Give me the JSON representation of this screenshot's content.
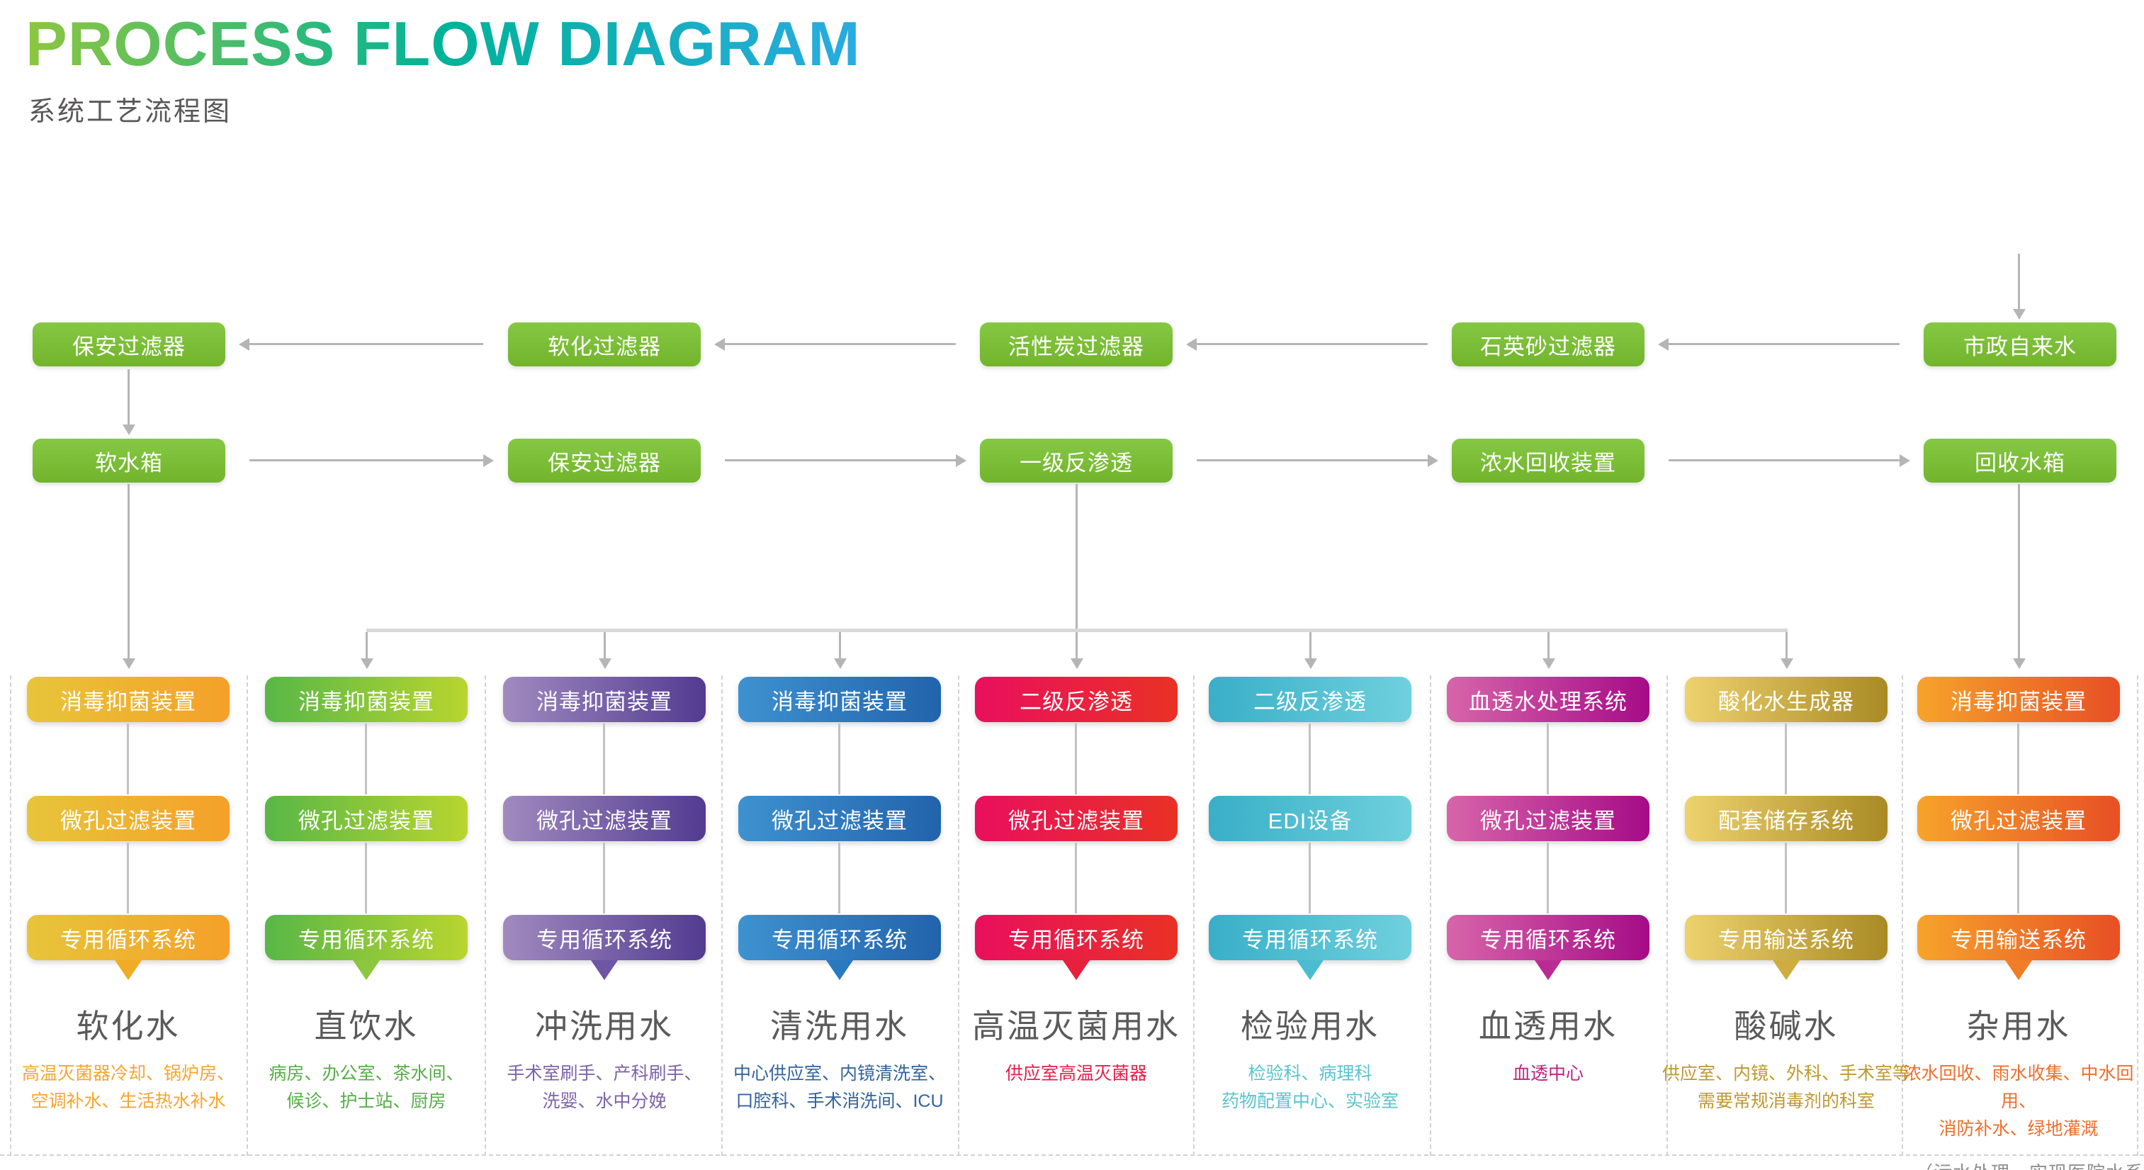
{
  "header": {
    "title": "PROCESS FLOW DIAGRAM",
    "subtitle": "系统工艺流程图",
    "title_gradient": [
      "#8DC63F",
      "#00B398",
      "#29ABE2"
    ]
  },
  "palette": {
    "arrow": "#B5B5B5",
    "connector": "#C2C2C2",
    "bar": "#D8D8D8",
    "dashed": "#D2D2D2",
    "category": "#5A5A5A",
    "note": "#8F8F8F",
    "green1": "#85C843",
    "green2": "#72B42C"
  },
  "pretreatment_row": [
    "保安过滤器",
    "软化过滤器",
    "活性炭过滤器",
    "石英砂过滤器",
    "市政自来水"
  ],
  "recovery_row": [
    "软水箱",
    "保安过滤器",
    "一级反渗透",
    "浓水回收装置",
    "回收水箱"
  ],
  "columns": [
    {
      "stage1": "消毒抑菌装置",
      "stage2": "微孔过滤装置",
      "stage3": "专用循环系统",
      "category": "软化水",
      "desc1": "高温灭菌器冷却、锅炉房、",
      "desc2": "空调补水、生活热水补水",
      "colors": {
        "g1": "#E7C53B",
        "g2": "#F5A028",
        "tab": "#F0AC25",
        "txt": "#F5A62E"
      }
    },
    {
      "stage1": "消毒抑菌装置",
      "stage2": "微孔过滤装置",
      "stage3": "专用循环系统",
      "category": "直饮水",
      "desc1": "病房、办公室、茶水间、",
      "desc2": "候诊、护士站、厨房",
      "colors": {
        "g1": "#58B747",
        "g2": "#B9D52F",
        "tab": "#8DC63F",
        "txt": "#56AE47"
      }
    },
    {
      "stage1": "消毒抑菌装置",
      "stage2": "微孔过滤装置",
      "stage3": "专用循环系统",
      "category": "冲洗用水",
      "desc1": "手术室刷手、产科刷手、",
      "desc2": "洗婴、水中分娩",
      "colors": {
        "g1": "#A18ABF",
        "g2": "#523B91",
        "tab": "#6F55A3",
        "txt": "#7D64A8"
      }
    },
    {
      "stage1": "消毒抑菌装置",
      "stage2": "微孔过滤装置",
      "stage3": "专用循环系统",
      "category": "清洗用水",
      "desc1": "中心供应室、内镜清洗室、",
      "desc2": "口腔科、手术消洗间、ICU",
      "colors": {
        "g1": "#3E92D0",
        "g2": "#2263AC",
        "tab": "#2A79BE",
        "txt": "#33639E"
      }
    },
    {
      "stage1": "二级反渗透",
      "stage2": "微孔过滤装置",
      "stage3": "专用循环系统",
      "category": "高温灭菌用水",
      "desc1": "供应室高温灭菌器",
      "desc2": "",
      "colors": {
        "g1": "#E90F5D",
        "g2": "#E93125",
        "tab": "#E7203C",
        "txt": "#E71E4B"
      }
    },
    {
      "stage1": "二级反渗透",
      "stage2": "EDI设备",
      "stage3": "专用循环系统",
      "category": "检验用水",
      "desc1": "检验科、病理科",
      "desc2": "药物配置中心、实验室",
      "colors": {
        "g1": "#39AFC8",
        "g2": "#6FD0DD",
        "tab": "#4CBCD1",
        "txt": "#5BC3CD"
      }
    },
    {
      "stage1": "血透水处理系统",
      "stage2": "微孔过滤装置",
      "stage3": "专用循环系统",
      "category": "血透用水",
      "desc1": "血透中心",
      "desc2": "",
      "colors": {
        "g1": "#D765AA",
        "g2": "#A60B87",
        "tab": "#BB2B95",
        "txt": "#BF2381"
      }
    },
    {
      "stage1": "酸化水生成器",
      "stage2": "配套储存系统",
      "stage3": "专用输送系统",
      "category": "酸碱水",
      "desc1": "供应室、内镜、外科、手术室等",
      "desc2": "需要常规消毒剂的科室",
      "colors": {
        "g1": "#EDD26E",
        "g2": "#A98A24",
        "tab": "#CFAC40",
        "txt": "#BE992F"
      }
    },
    {
      "stage1": "消毒抑菌装置",
      "stage2": "微孔过滤装置",
      "stage3": "专用输送系统",
      "category": "杂用水",
      "desc1": "浓水回收、雨水收集、中水回用、",
      "desc2": "消防补水、绿地灌溉",
      "colors": {
        "g1": "#F6A42B",
        "g2": "#E84F25",
        "tab": "#F07E27",
        "txt": "#EE6F2C"
      }
    }
  ],
  "footer_note": "（污水处理，实现医院水系统闭环）"
}
